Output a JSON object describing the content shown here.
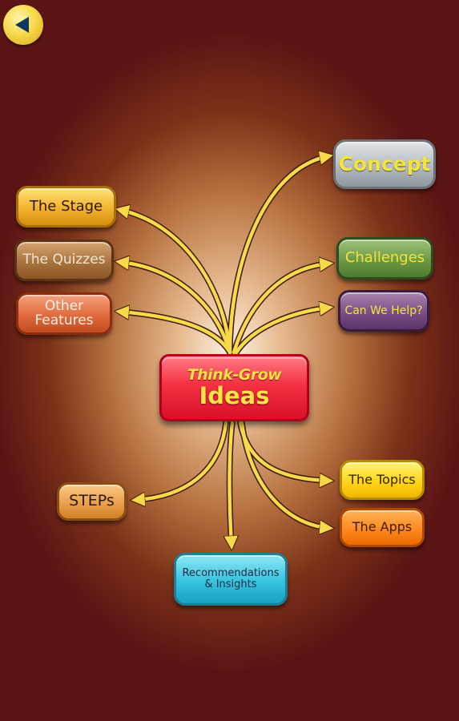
{
  "back_button": {
    "icon": "back-arrow-icon"
  },
  "center": {
    "line1": "Think-Grow",
    "line2": "Ideas"
  },
  "nodes": {
    "concept": "Concept",
    "the_stage": "The Stage",
    "the_quizzes": "The Quizzes",
    "other_features": "Other\nFeatures",
    "challenges": "Challenges",
    "can_we_help": "Can We Help?",
    "steps": "STEPs",
    "the_topics": "The Topics",
    "the_apps": "The Apps",
    "recommendations": "Recommendations\n& Insights"
  },
  "colors": {
    "background": "#5a1414",
    "arrow": "#f7d94a",
    "center": "#e8192e",
    "center_text": "#ffe14a"
  }
}
